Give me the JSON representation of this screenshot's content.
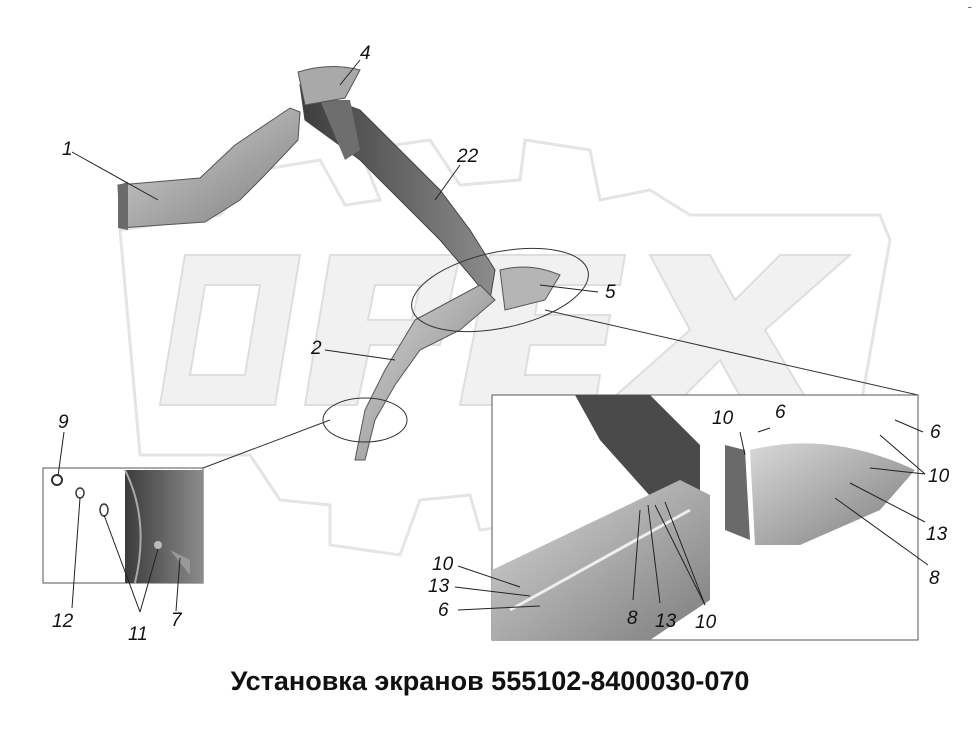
{
  "caption": "Установка экранов 555102-8400030-070",
  "watermark": "OPEX",
  "corner_mark": "-",
  "callouts": {
    "c1": "1",
    "c2": "2",
    "c4": "4",
    "c5": "5",
    "c22": "22",
    "c9": "9",
    "c12": "12",
    "c11": "11",
    "c7": "7",
    "d10a": "10",
    "d6a": "6",
    "d6b": "6",
    "d10b": "10",
    "d13a": "13",
    "d8a": "8",
    "d10c": "10",
    "d13b": "13",
    "d6c": "6",
    "d8b": "8",
    "d13c": "13",
    "d10d": "10"
  },
  "colors": {
    "line": "#222222",
    "part_dark": "#5b5b5b",
    "part_mid": "#8a8a8a",
    "part_light": "#c9c9c9",
    "watermark": "#cfcfcf"
  }
}
